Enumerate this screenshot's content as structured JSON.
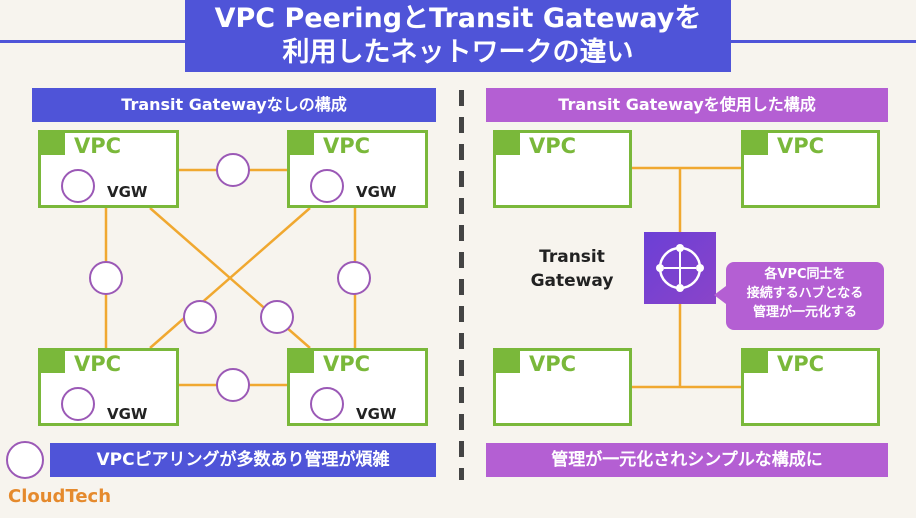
{
  "title": {
    "line1": "VPC PeeringとTransit Gatewayを",
    "line2": "利用したネットワークの違い"
  },
  "left": {
    "header": "Transit Gatewayなしの構成",
    "vpc_label": "VPC",
    "vgw_label": "VGW",
    "footer": "VPCピアリングが多数あり管理が煩雑"
  },
  "right": {
    "header": "Transit Gatewayを使用した構成",
    "vpc_label": "VPC",
    "tgw_line1": "Transit",
    "tgw_line2": "Gateway",
    "callout_line1": "各VPC同士を",
    "callout_line2": "接続するハブとなる",
    "callout_line3": "管理が一元化する",
    "footer": "管理が一元化されシンプルな構成に"
  },
  "brand": "CloudTech",
  "colors": {
    "blue": "#4f54d8",
    "purple": "#b45fd3",
    "green": "#7ab83a",
    "orange": "#f0a830"
  }
}
